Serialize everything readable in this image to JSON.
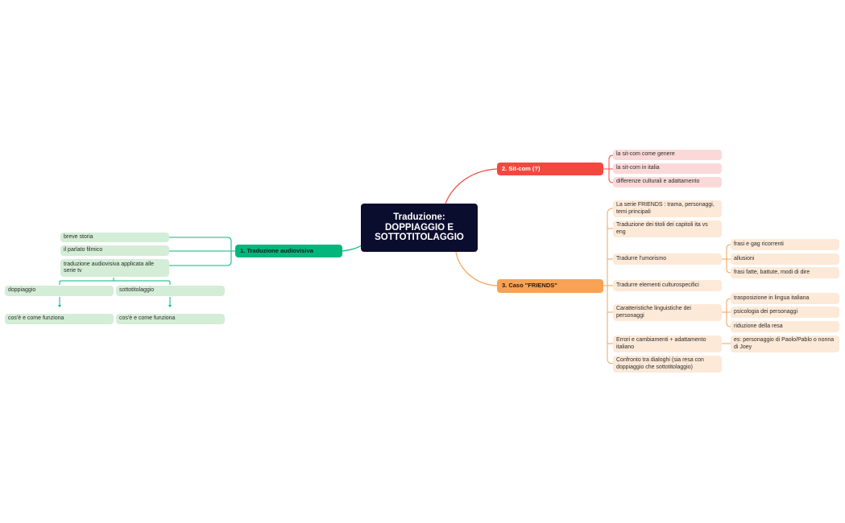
{
  "root": {
    "line1": "Traduzione:",
    "line2": "DOPPIAGGIO E",
    "line3": "SOTTOTITOLAGGIO"
  },
  "colors": {
    "root": "#0b0d2e",
    "green": "#03b77c",
    "red": "#f4483f",
    "orange": "#f7a254"
  },
  "branch1": {
    "label": "1. Traduzione audiovisiva",
    "items": [
      "breve storia",
      "il parlato filmico",
      "traduzione audiovisiva applicata alle serie tv"
    ],
    "sub": [
      {
        "label": "doppiaggio",
        "child": "cos'è e come funziona"
      },
      {
        "label": "sottotitolaggio",
        "child": "cos'è e come funziona"
      }
    ]
  },
  "branch2": {
    "label": "2. Sit-com (?)",
    "items": [
      "la sit-com come genere",
      "la sit-com in italia",
      "differenze culturali e adattamento"
    ]
  },
  "branch3": {
    "label": "3. Caso \"FRIENDS\"",
    "items": [
      "La serie FRIENDS : trama, personaggi, temi principali",
      "Traduzione dei titoli dei capitoli ita vs eng",
      "Tradurre l'umorismo",
      "Tradurre elementi culturospecifici",
      "Caratteristiche linguistiche dei personaggi",
      "Errori e cambiamenti + adattamento italiano",
      "Confronto tra dialoghi (sia resa con doppiaggio che sottotitolaggio)"
    ],
    "umorismo": [
      "frasi e gag ricorrenti",
      "allusioni",
      "frasi fatte, battute, modi di dire"
    ],
    "caratteristiche": [
      "trasposizione in lingua italiana",
      "psicologia dei personaggi",
      "riduzione della resa"
    ],
    "errori": [
      "es: personaggio di Paolo/Pablo o nonna di Joey"
    ]
  }
}
